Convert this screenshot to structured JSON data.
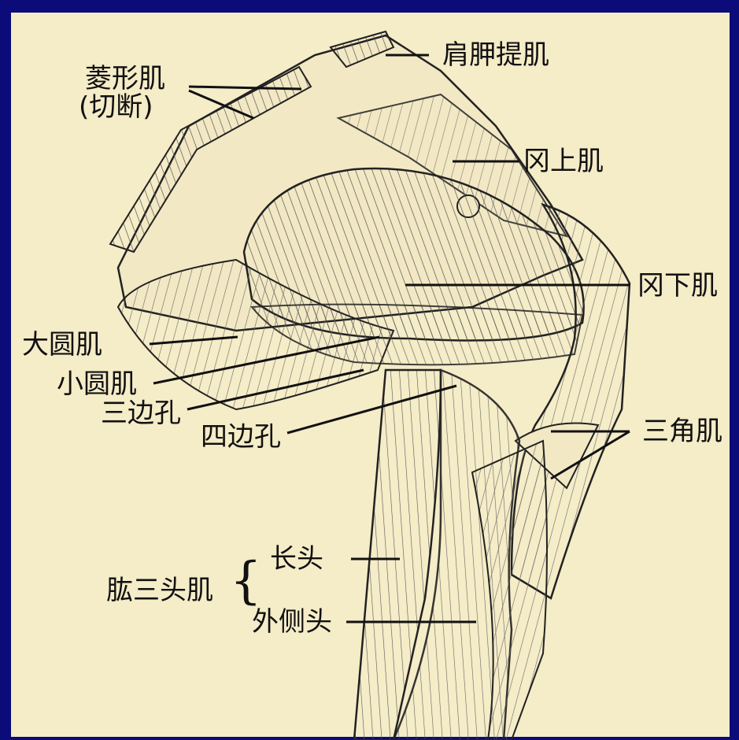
{
  "labels": {
    "levator_scapulae": "肩胛提肌",
    "rhomboid_line1": "菱形肌",
    "rhomboid_line2": "(切断)",
    "supraspinatus": "冈上肌",
    "infraspinatus": "冈下肌",
    "teres_major": "大圆肌",
    "teres_minor": "小圆肌",
    "triangular_space": "三边孔",
    "quadrangular_space": "四边孔",
    "deltoid": "三角肌",
    "triceps": "肱三头肌",
    "long_head": "长头",
    "lateral_head": "外侧头"
  },
  "colors": {
    "frame": "#0b0b7a",
    "background": "#f5ecc8",
    "ink": "#111111"
  }
}
